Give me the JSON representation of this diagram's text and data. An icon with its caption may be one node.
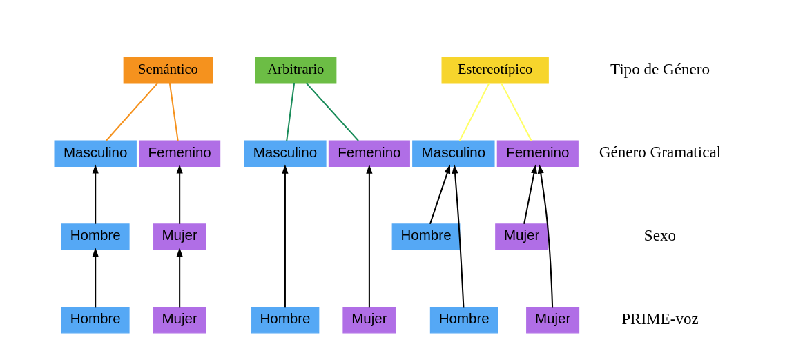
{
  "diagram": {
    "nodes": [
      {
        "text": [
          "Semántico"
        ]
      },
      {
        "text": [
          "Estereotípico"
        ]
      },
      {
        "text": [
          "Arbitrario"
        ]
      },
      {
        "text": [
          "Masculino"
        ]
      },
      {
        "text": [
          "Femenino"
        ]
      },
      {
        "text": [
          "Masculino"
        ]
      },
      {
        "text": [
          "Femenino"
        ]
      },
      {
        "text": [
          "Masculino"
        ]
      },
      {
        "text": [
          "Femenino"
        ]
      },
      {
        "text": [
          "Hombre"
        ]
      },
      {
        "text": [
          "Mujer"
        ]
      },
      {
        "text": [
          "Hombre"
        ]
      },
      {
        "text": [
          "Mujer"
        ]
      },
      {
        "text": [
          "Hombre"
        ]
      },
      {
        "text": [
          "Mujer"
        ]
      },
      {
        "text": [
          "Hombre"
        ]
      },
      {
        "text": [
          "Mujer"
        ]
      },
      {
        "text": [
          "Hombre"
        ]
      },
      {
        "text": [
          "Mujer"
        ]
      }
    ],
    "edges": [
      {
        "from": 0,
        "to": 3,
        "arrow": "none",
        "color": "#f5921e"
      },
      {
        "from": 0,
        "to": 4,
        "arrow": "none",
        "color": "#f5921e"
      },
      {
        "from": 1,
        "to": 5,
        "arrow": "none",
        "color": "#ffff66"
      },
      {
        "from": 1,
        "to": 6,
        "arrow": "none",
        "color": "#ffff66"
      },
      {
        "from": 2,
        "to": 7,
        "arrow": "none",
        "color": "#1a8c5a"
      },
      {
        "from": 2,
        "to": 8,
        "arrow": "none",
        "color": "#1a8c5a"
      },
      {
        "from": 9,
        "to": 3,
        "arrow": "to"
      },
      {
        "from": 10,
        "to": 4,
        "arrow": "to"
      },
      {
        "from": 11,
        "to": 5,
        "arrow": "to"
      },
      {
        "from": 15,
        "to": 5,
        "arrow": "to"
      },
      {
        "from": 12,
        "to": 6,
        "arrow": "to"
      },
      {
        "from": 16,
        "to": 6,
        "arrow": "to"
      },
      {
        "from": 17,
        "to": 7,
        "arrow": "to"
      },
      {
        "from": 18,
        "to": 8,
        "arrow": "to"
      },
      {
        "from": 13,
        "to": 9,
        "arrow": "to"
      },
      {
        "from": 14,
        "to": 10,
        "arrow": "to"
      }
    ],
    "labels": [
      "Tipo de Género",
      "Género Gramatical",
      "Sexo",
      "PRIME-voz"
    ]
  }
}
